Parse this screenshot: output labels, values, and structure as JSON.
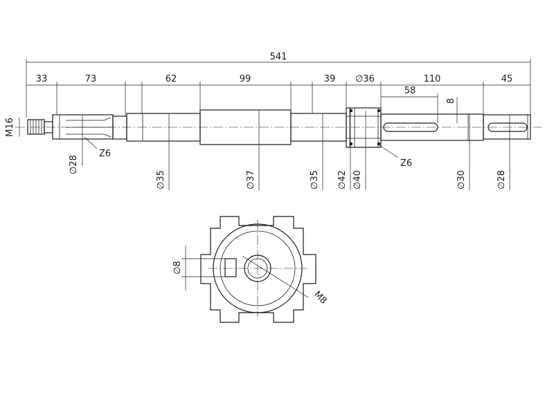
{
  "drawing": {
    "type": "technical shaft drawing",
    "dimensions": {
      "overall_length": "541",
      "seg_1": "33",
      "seg_2": "73",
      "seg_3": "62",
      "seg_4": "99",
      "seg_5": "39",
      "seg_6": "∅36",
      "seg_7": "110",
      "seg_8": "45",
      "keyway_length": "58",
      "keyway_width": "8",
      "thread": "M16",
      "dia_spline_left": "∅28",
      "dia_35_a": "∅35",
      "dia_37": "∅37",
      "dia_35_b": "∅35",
      "dia_42": "∅42",
      "dia_40": "∅40",
      "dia_30": "∅30",
      "dia_28_right": "∅28",
      "spline_left": "Z6",
      "spline_right": "Z6"
    },
    "section": {
      "slot_width": "∅8",
      "thread": "M8"
    }
  }
}
